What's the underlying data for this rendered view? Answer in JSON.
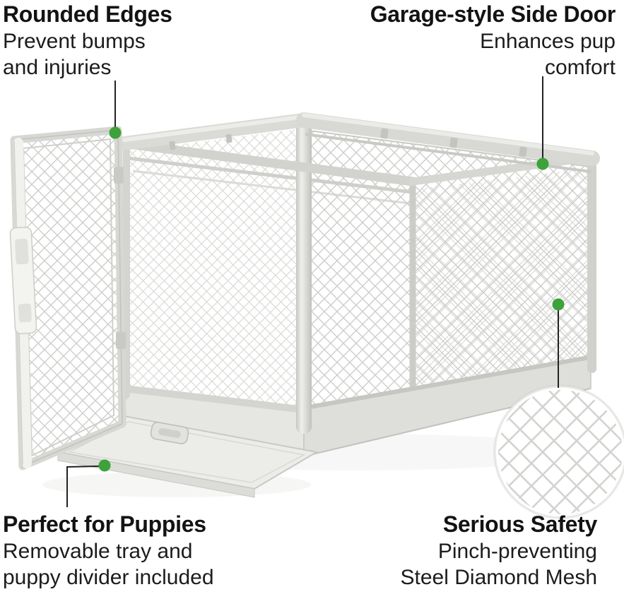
{
  "callouts": {
    "rounded_edges": {
      "title": "Rounded Edges",
      "lines": [
        "Prevent bumps",
        "and injuries"
      ]
    },
    "side_door": {
      "title": "Garage-style Side Door",
      "lines": [
        "Enhances pup",
        "comfort"
      ]
    },
    "puppies": {
      "title": "Perfect for Puppies",
      "lines": [
        "Removable tray and",
        "puppy divider included"
      ]
    },
    "safety": {
      "title": "Serious Safety",
      "lines": [
        "Pinch-preventing",
        "Steel Diamond Mesh"
      ]
    }
  },
  "colors": {
    "marker_green": "#3da23a",
    "callout_line": "#222222",
    "text": "#131313",
    "frame_silver": "#d7d7d3",
    "mesh_line": "#cdcdca",
    "base_gray": "#e4e4e0",
    "background": "#ffffff"
  }
}
